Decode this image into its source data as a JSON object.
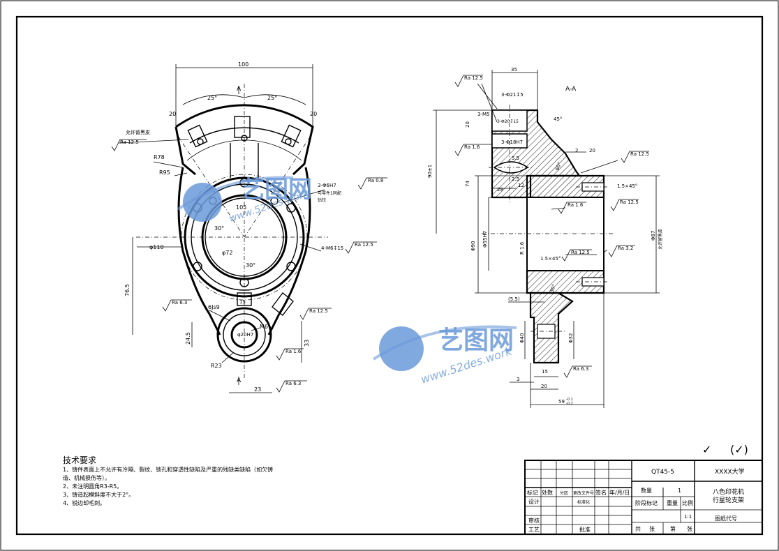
{
  "view_labels": {
    "section": "A-A",
    "cut_mark_top": "A",
    "cut_mark_bottom": "A"
  },
  "front_view": {
    "dims": [
      "100",
      "25°",
      "25°",
      "20",
      "20",
      "R78",
      "R95",
      "105",
      "30°",
      "30°",
      "φ110",
      "φ72",
      "76.5",
      "24.5",
      "33",
      "23",
      "R23",
      "6Js9",
      "15",
      "M6",
      "3-Φ6H7",
      "4-M6↧15",
      "φ20H7"
    ],
    "notes": [
      "允许留黑皮",
      "与零件1同配",
      "钻铰"
    ],
    "roughness": [
      "Ra 12.5",
      "Ra 0.8",
      "Ra 12.5",
      "Ra 6.3",
      "Ra 12.5",
      "Ra 1.6",
      "Ra 6.3"
    ]
  },
  "section_view": {
    "dims": [
      "35",
      "3-Φ21↧5",
      "3-M5",
      "20",
      "3-Φ20↧15",
      "3-Φ18H7",
      "45°",
      "2",
      "20",
      "60°",
      "5.5",
      "2.5",
      "28",
      "12",
      "74",
      "90±1",
      "1.5×45°",
      "Φ55H7",
      "Φ90",
      "Φ87",
      "R 1.6",
      "1.5×45°",
      "30°",
      "(5.5)",
      "Φ40",
      "Φ32",
      "15",
      "3",
      "20",
      "59",
      "-0.1",
      "-0.2"
    ],
    "notes": [
      "允许留黑皮"
    ],
    "roughness": [
      "Ra 12.5",
      "Ra 1.6",
      "Ra 12.5",
      "Ra 1.6",
      "Ra 12.5",
      "Ra 12.5",
      "Ra 3.2",
      "Ra 6.3"
    ]
  },
  "watermarks": [
    {
      "cn": "艺图网",
      "en": "www.52des.work"
    },
    {
      "cn": "艺图网",
      "en": "www.52des.work"
    }
  ],
  "tech_req": {
    "title": "技术要求",
    "items": [
      "1、铸件表面上不允许有冷隔、裂纹、锁孔和穿透性缺陷及严重的残缺类缺陷（如欠铸",
      "造、机械损伤等）。",
      "2、未注明圆角R3-R5。",
      "3、铸造起模斜度不大于2°。",
      "4、锐边却毛刺。"
    ]
  },
  "roughness_other": {
    "symbol": "✓",
    "paren": "(✓)"
  },
  "title_block": {
    "material": "QT45-5",
    "school": "XXXX大学",
    "name_line1": "八色印花机",
    "name_line2": "行星轮支架",
    "drawing_no": "图纸代号",
    "hdr_mark": "标记",
    "hdr_count": "处数",
    "hdr_area": "分区",
    "hdr_doc": "更改文件号",
    "hdr_sign": "签名",
    "hdr_date": "年/月/日",
    "design": "设计",
    "standardize": "标准化",
    "review": "审核",
    "process": "工艺",
    "approve": "批准",
    "qty_label": "数量",
    "qty_value": "1",
    "stage": "阶段标记",
    "weight": "重量",
    "scale_label": "比例",
    "scale_value": "1:1",
    "total": "共",
    "sheets": "张",
    "nth": "第",
    "sheet": "张"
  }
}
